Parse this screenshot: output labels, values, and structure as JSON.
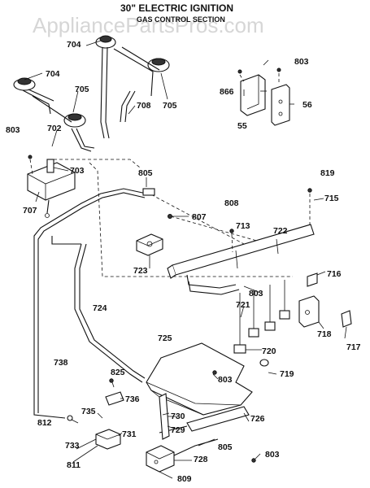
{
  "header": {
    "title": "30\" ELECTRIC IGNITION",
    "subtitle": "GAS CONTROL SECTION"
  },
  "watermark": "AppliancePartsPros.com",
  "parts": {
    "p704a": "704",
    "p704b": "704",
    "p705a": "705",
    "p705b": "705",
    "p708": "708",
    "p702": "702",
    "p803a": "803",
    "p703": "703",
    "p707": "707",
    "p866": "866",
    "p803b": "803",
    "p55": "55",
    "p56": "56",
    "p805a": "805",
    "p819": "819",
    "p715": "715",
    "p808": "808",
    "p807": "807",
    "p713": "713",
    "p722": "722",
    "p723": "723",
    "p716": "716",
    "p803c": "803",
    "p724": "724",
    "p721": "721",
    "p718": "718",
    "p725": "725",
    "p720": "720",
    "p717": "717",
    "p738": "738",
    "p719": "719",
    "p825": "825",
    "p803d": "803",
    "p736": "736",
    "p735": "735",
    "p730": "730",
    "p726": "726",
    "p812": "812",
    "p729": "729",
    "p731": "731",
    "p733": "733",
    "p805b": "805",
    "p811": "811",
    "p803e": "803",
    "p728": "728",
    "p809": "809"
  }
}
